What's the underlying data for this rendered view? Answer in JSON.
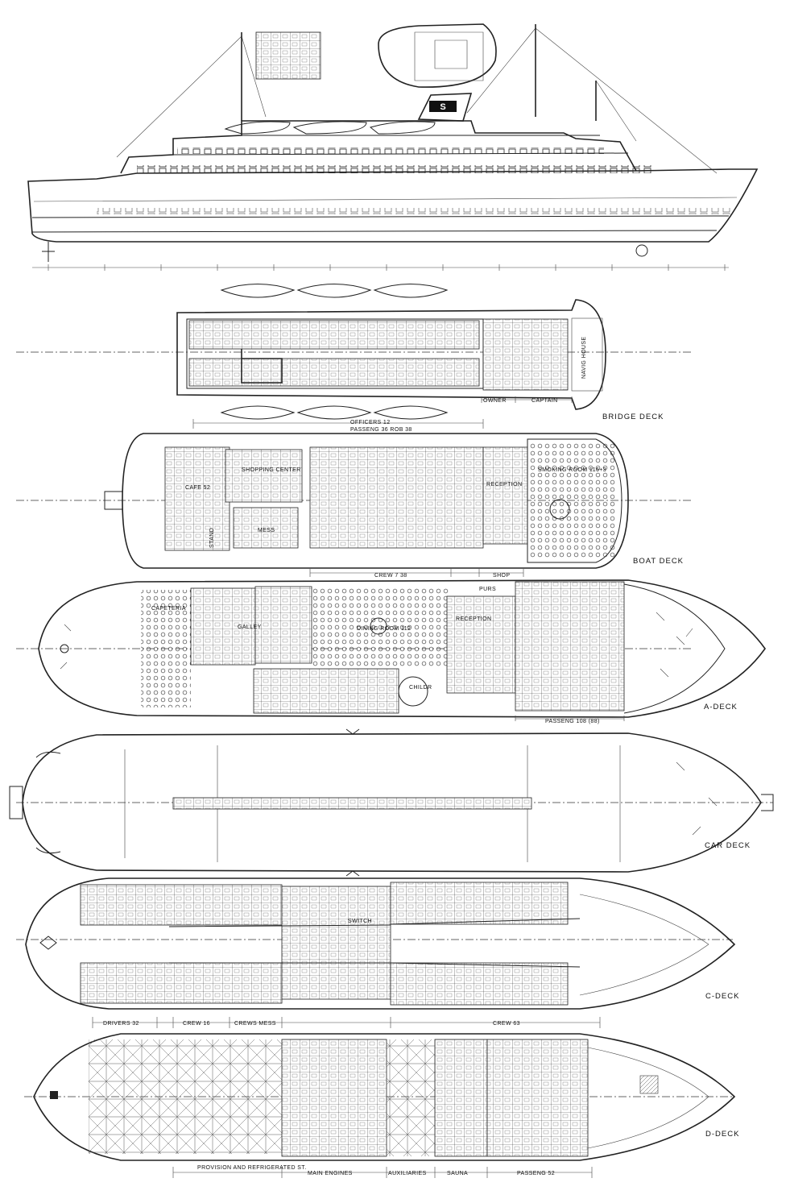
{
  "profile": {
    "funnel_logo": "S"
  },
  "decks": [
    {
      "id": "bridge",
      "label": "BRIDGE DECK",
      "rooms": [
        "NAVIG HOUSE",
        "OWNER",
        "CAPTAIN"
      ],
      "dimensions": [
        "OFFICERS 12",
        "PASSENG 36 ROB 38"
      ]
    },
    {
      "id": "boat",
      "label": "BOAT DECK",
      "rooms": [
        "CAFE 52",
        "SHOPPING CENTER",
        "MESS",
        "STAND",
        "RECEPTION",
        "SMOKING ROOM 116+3"
      ],
      "dimensions": [
        "CREW 7 38",
        "SHOP"
      ]
    },
    {
      "id": "a",
      "label": "A-DECK",
      "rooms": [
        "CAFETERIA",
        "GALLEY",
        "DINING ROOM 112",
        "RECEPTION",
        "PURS",
        "CHILDR"
      ],
      "dimensions": [
        "PASSENG 108 (88)"
      ]
    },
    {
      "id": "car",
      "label": "CAR DECK",
      "rooms": [],
      "dimensions": []
    },
    {
      "id": "c",
      "label": "C-DECK",
      "rooms": [
        "SWITCH"
      ],
      "dimensions": [
        "DRIVERS 32",
        "CREW 16",
        "CREWS MESS",
        "CREW 63"
      ]
    },
    {
      "id": "d",
      "label": "D-DECK",
      "rooms": [],
      "dimensions": [
        "PROVISION AND REFRIGERATED ST.",
        "MAIN ENGINES",
        "AUXILIARIES",
        "SAUNA",
        "PASSENG 52"
      ]
    }
  ]
}
